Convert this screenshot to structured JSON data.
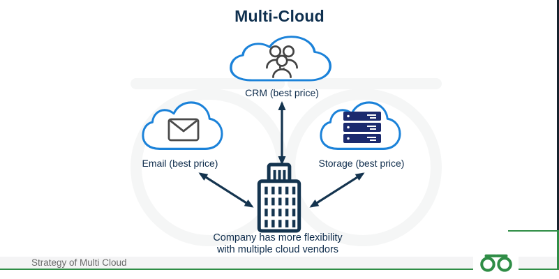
{
  "title": "Multi-Cloud",
  "diagram": {
    "clouds": [
      {
        "id": "crm",
        "label": "CRM (best price)",
        "icon": "team-icon"
      },
      {
        "id": "email",
        "label": "Email (best price)",
        "icon": "envelope-icon"
      },
      {
        "id": "storage",
        "label": "Storage (best price)",
        "icon": "server-stack-icon"
      }
    ],
    "hub": {
      "icon": "office-building-icon",
      "caption_line1": "Company has more flexibility",
      "caption_line2": "with multiple cloud vendors"
    },
    "edges": [
      {
        "from": "company",
        "to": "crm",
        "style": "double-arrow"
      },
      {
        "from": "company",
        "to": "email",
        "style": "double-arrow"
      },
      {
        "from": "company",
        "to": "storage",
        "style": "double-arrow"
      }
    ]
  },
  "footer": {
    "label": "Strategy of Multi Cloud",
    "logo": "geeksforgeeks-logo"
  },
  "colors": {
    "cloud_stroke": "#1b82d9",
    "arrow": "#14344f",
    "title_text": "#0e2f4e",
    "label_text": "#0d2b4b",
    "green_accent": "#2f8d46",
    "server_fill": "#1b2a6e",
    "icon_gray": "#434343",
    "footer_text": "#6a6a6a",
    "footer_strip": "#f4f4f5"
  }
}
